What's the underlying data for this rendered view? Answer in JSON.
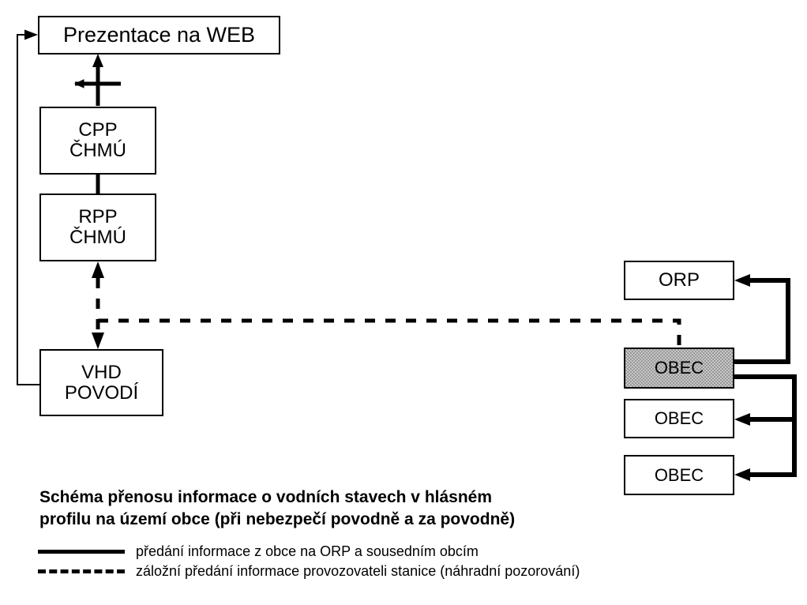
{
  "diagram": {
    "nodes": {
      "prezentace": {
        "lines": [
          "Prezentace na WEB"
        ]
      },
      "cpp": {
        "lines": [
          "CPP",
          "ČHMÚ"
        ]
      },
      "rpp": {
        "lines": [
          "RPP",
          "ČHMÚ"
        ]
      },
      "vhd": {
        "lines": [
          "VHD",
          "POVODÍ"
        ]
      },
      "orp": {
        "lines": [
          "ORP"
        ]
      },
      "obec_1": {
        "lines": [
          "OBEC"
        ]
      },
      "obec_2": {
        "lines": [
          "OBEC"
        ]
      },
      "obec_3": {
        "lines": [
          "OBEC"
        ]
      }
    },
    "caption": {
      "line1": "Schéma přenosu informace o vodních stavech v hlásném",
      "line2": "profilu na území obce (při nebezpečí povodně a za povodně)"
    },
    "legend": {
      "solid": {
        "style": "solid",
        "label": "předání informace z obce na ORP a sousedním obcím"
      },
      "dashed": {
        "style": "dashed",
        "label": "záložní předání informace provozovateli stanice (náhradní pozorování)"
      }
    },
    "colors": {
      "line": "#000000",
      "box_fill": "#ffffff",
      "highlight_fill": "#c0c0c0",
      "background": "#ffffff"
    }
  }
}
